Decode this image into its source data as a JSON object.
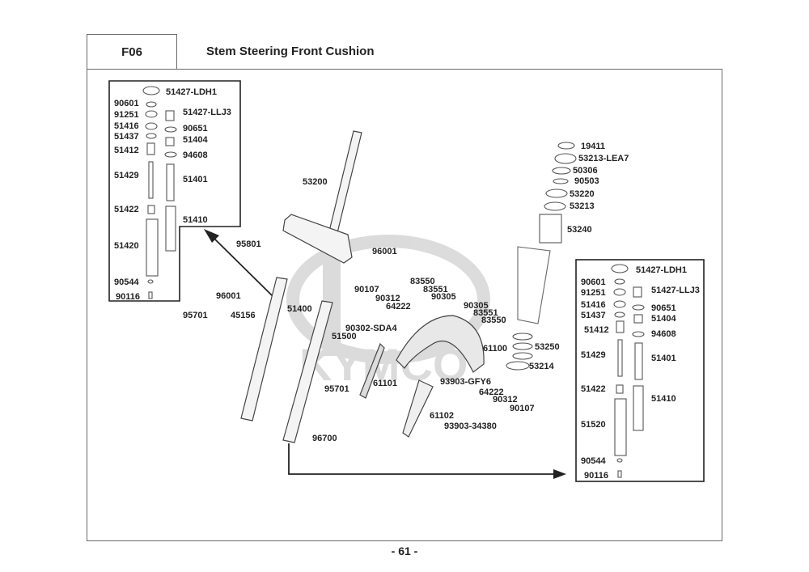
{
  "header": {
    "section_code": "F06",
    "title": "Stem Steering  Front Cushion"
  },
  "footer": {
    "page_number": "- 61 -"
  },
  "watermark": {
    "brand": "KYMCO"
  },
  "left_inset": {
    "labels": [
      "51427-LDH1",
      "90601",
      "91251",
      "51427-LLJ3",
      "51416",
      "90651",
      "51437",
      "51404",
      "51412",
      "94608",
      "51429",
      "51401",
      "51422",
      "51410",
      "51420",
      "90544",
      "90116"
    ]
  },
  "right_inset": {
    "labels": [
      "51427-LDH1",
      "90601",
      "91251",
      "51427-LLJ3",
      "51416",
      "90651",
      "51437",
      "51404",
      "51412",
      "94608",
      "51429",
      "51401",
      "51422",
      "51410",
      "51520",
      "90544",
      "90116"
    ]
  },
  "main_parts": {
    "labels": [
      "53200",
      "95801",
      "96001",
      "96001",
      "95701",
      "45156",
      "51400",
      "51500",
      "95701",
      "96700",
      "90107",
      "90312",
      "64222",
      "83550",
      "83551",
      "90305",
      "90302-SDA4",
      "90305",
      "83551",
      "83550",
      "61100",
      "61101",
      "61102",
      "93903-GFY6",
      "64222",
      "90312",
      "90107",
      "93903-34380",
      "53250",
      "53214"
    ]
  },
  "bearing_stack": {
    "labels": [
      "19411",
      "53213-LEA7",
      "50306",
      "90503",
      "53220",
      "53213",
      "53240"
    ]
  }
}
